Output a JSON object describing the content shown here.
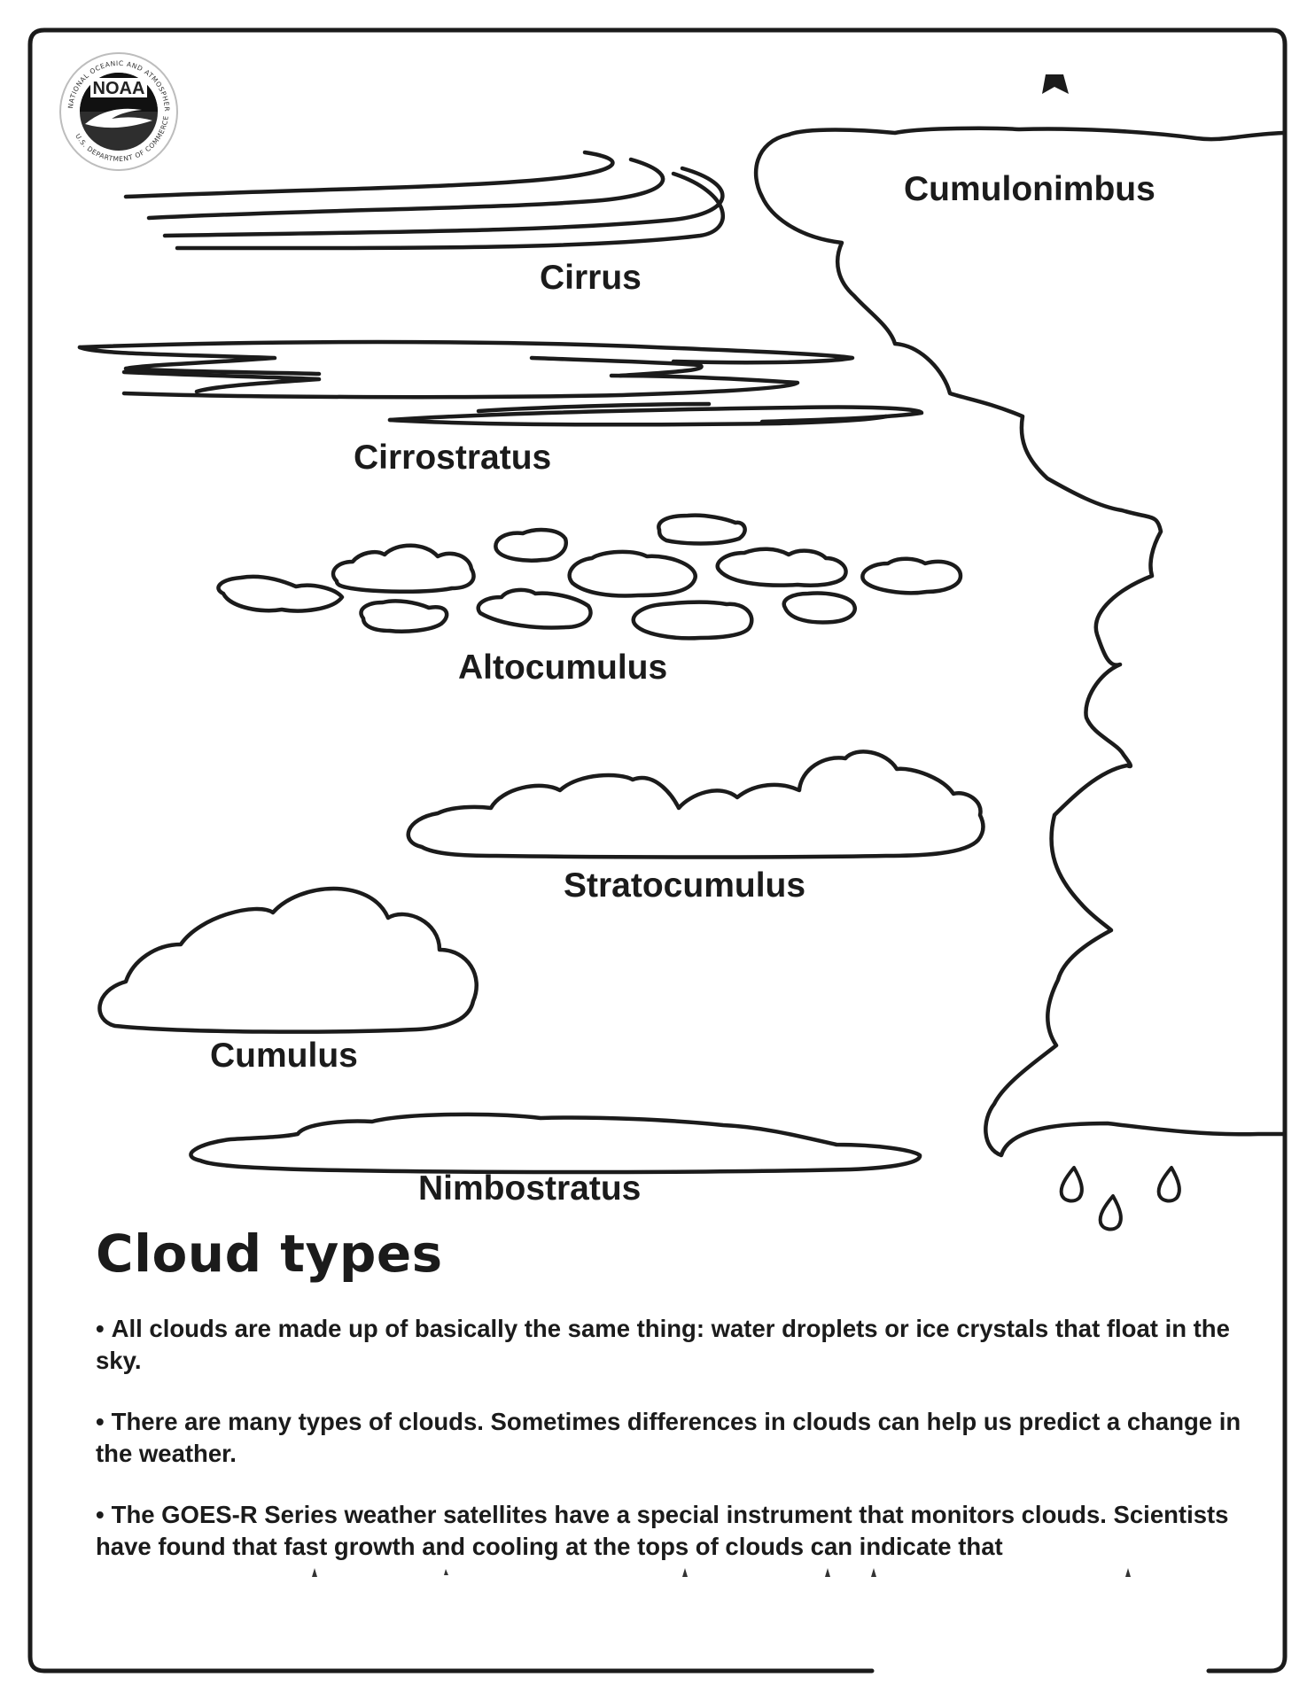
{
  "clouds": {
    "cirrus": "Cirrus",
    "cirrostratus": "Cirrostratus",
    "altocumulus": "Altocumulus",
    "stratocumulus": "Stratocumulus",
    "cumulus": "Cumulus",
    "nimbostratus": "Nimbostratus",
    "cumulonimbus": "Cumulonimbus"
  },
  "heading": "Cloud types",
  "bullets": [
    "All clouds are made up of basically the same thing: water droplets or ice crystals that float in the sky.",
    "There are many types of clouds. Sometimes differences in clouds can help us predict a change in the weather.",
    "The GOES-R Series weather satellites have a special instrument that monitors clouds. Scientists have found that fast growth and cooling at the tops of clouds can indicate that"
  ],
  "bullet_symbol": "•",
  "logo": {
    "name": "noaa-seal",
    "top_text": "NATIONAL OCEANIC AND ATMOSPHERIC ADMINISTRATION",
    "bottom_text": "U.S. DEPARTMENT OF COMMERCE",
    "center_text": "NOAA"
  },
  "colors": {
    "ink": "#1b1b1b",
    "paper": "#ffffff"
  }
}
